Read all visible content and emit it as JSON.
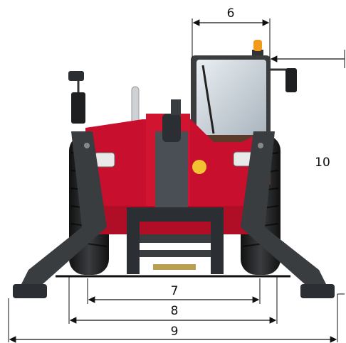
{
  "diagram": {
    "subject": "telehandler-front-view",
    "colors": {
      "body_red": "#c8102e",
      "dark_red": "#8e0c20",
      "steel_grey": "#4a4f55",
      "dark_grey": "#2b2e32",
      "tire_black": "#1d1f21",
      "glass": "#cfd8e0",
      "beacon_orange": "#f29a1b",
      "dim_line": "#111111"
    },
    "dimensions": {
      "d6": "6",
      "d7": "7",
      "d8": "8",
      "d9": "9",
      "d10": "10"
    }
  }
}
